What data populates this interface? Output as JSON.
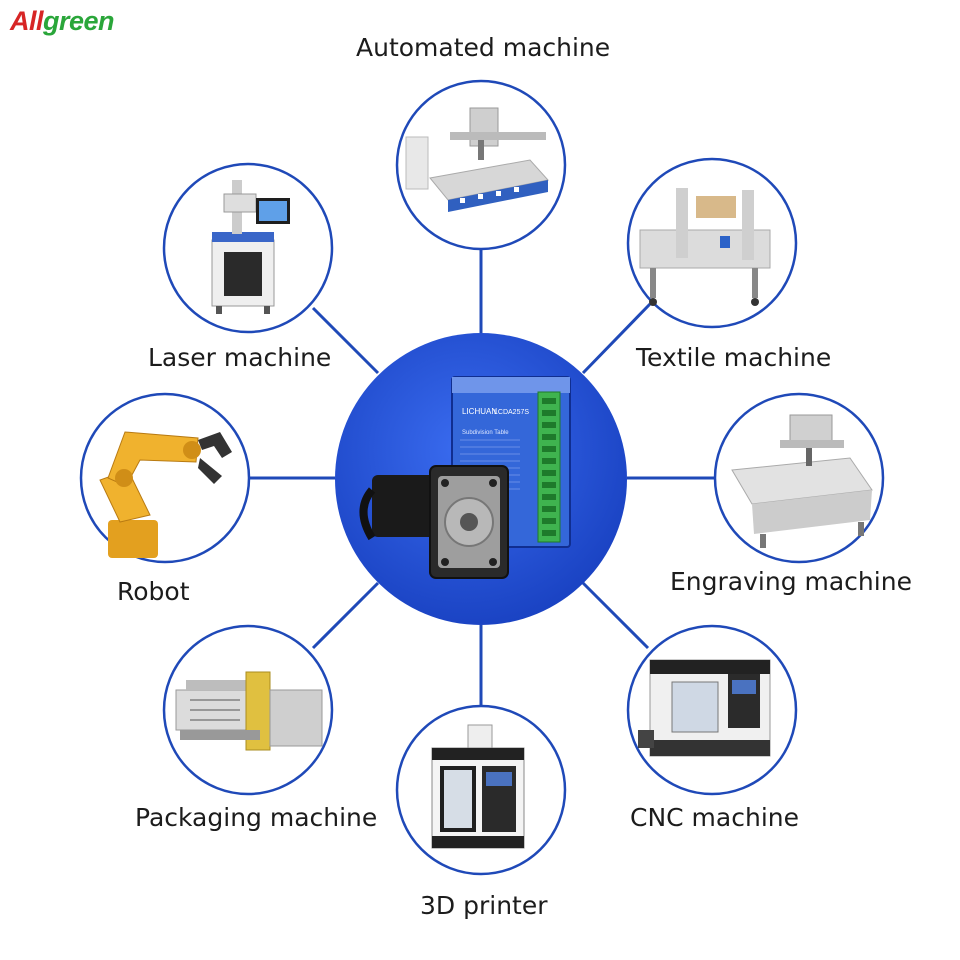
{
  "brand": {
    "prefix": "All",
    "suffix": "green",
    "color_prefix": "#d72525",
    "color_suffix": "#2aa63a"
  },
  "hub": {
    "icon": "stepper-motor-and-driver-icon",
    "color": "#1f4fd1",
    "driver_brand": "LICHUAN",
    "driver_model": "LCDA257S",
    "driver_panel_title": "Subdivision Table",
    "terminal_color": "#3fb34f"
  },
  "applications": [
    {
      "id": "automated",
      "label": "Automated machine",
      "icon": "cnc-router-icon"
    },
    {
      "id": "textile",
      "label": "Textile machine",
      "icon": "carton-sealer-icon"
    },
    {
      "id": "engraving",
      "label": "Engraving machine",
      "icon": "engraving-machine-icon"
    },
    {
      "id": "cnc",
      "label": "CNC machine",
      "icon": "cnc-machining-center-icon"
    },
    {
      "id": "printer3d",
      "label": "3D printer",
      "icon": "vertical-machining-center-icon"
    },
    {
      "id": "packaging",
      "label": "Packaging machine",
      "icon": "folder-gluer-icon"
    },
    {
      "id": "robot",
      "label": "Robot",
      "icon": "robot-arm-icon"
    },
    {
      "id": "laser",
      "label": "Laser machine",
      "icon": "laser-marking-machine-icon"
    }
  ],
  "colors": {
    "ring": "#1f49b8",
    "connector": "#1f49b8"
  }
}
